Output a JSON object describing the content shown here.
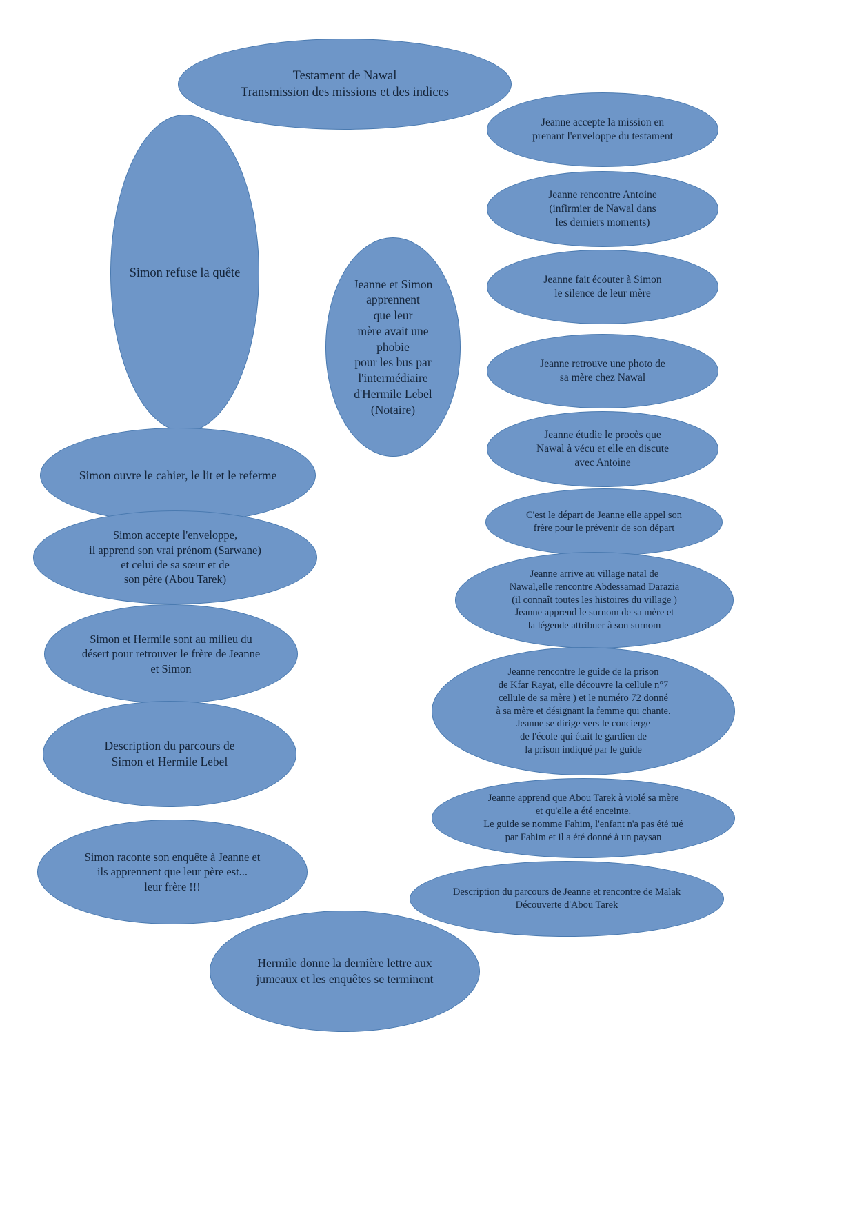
{
  "diagram": {
    "title": "Testament de Nawal - Transmission des missions et des indices",
    "background_color": "#ffffff",
    "node_fill_color": "#6e96c8",
    "node_border_color": "#4a7ab0",
    "node_text_color": "#15253a",
    "shape": "ellipse",
    "columns": [
      "left",
      "center",
      "right"
    ]
  },
  "nodes": {
    "title": {
      "text": "Testament de Nawal\nTransmission des missions et des indices"
    },
    "left": [
      {
        "id": "simon-refuse",
        "text": "Simon refuse la quête"
      },
      {
        "id": "simon-cahier",
        "text": "Simon ouvre le cahier, le lit et le referme"
      },
      {
        "id": "simon-enveloppe",
        "text": "Simon accepte l'enveloppe,\nil apprend son vrai prénom (Sarwane)\net celui de sa sœur et de\nson père (Abou Tarek)"
      },
      {
        "id": "simon-desert",
        "text": "Simon et Hermile sont au milieu du\ndésert pour retrouver le frère de Jeanne\net Simon"
      },
      {
        "id": "parcours-simon",
        "text": "Description du parcours de\nSimon et Hermile Lebel"
      },
      {
        "id": "simon-enquete",
        "text": "Simon raconte son enquête à Jeanne et\nils apprennent que leur père est...\nleur frère !!!"
      }
    ],
    "center": [
      {
        "id": "phobie-bus",
        "text": "Jeanne et Simon\napprennent\nque leur\nmère avait une\nphobie\npour les bus par\nl'intermédiaire\nd'Hermile Lebel\n(Notaire)"
      }
    ],
    "right": [
      {
        "id": "jeanne-accepte",
        "text": "Jeanne accepte la mission en\nprenant l'enveloppe du testament"
      },
      {
        "id": "jeanne-antoine",
        "text": "Jeanne rencontre Antoine\n(infirmier de Nawal dans\nles derniers moments)"
      },
      {
        "id": "silence-mere",
        "text": "Jeanne fait écouter à Simon\nle silence de leur mère"
      },
      {
        "id": "photo-nawal",
        "text": "Jeanne retrouve une photo de\nsa mère chez Nawal"
      },
      {
        "id": "proces",
        "text": "Jeanne étudie le procès que\nNawal à vécu et elle en discute\navec Antoine"
      },
      {
        "id": "depart-jeanne",
        "text": "C'est le départ de Jeanne elle appel son\nfrère pour le prévenir de son départ"
      },
      {
        "id": "village-natal",
        "text": "Jeanne arrive au village natal de\nNawal,elle rencontre Abdessamad Darazia\n(il connaît toutes les histoires du village )\nJeanne apprend le surnom de sa mère et\nla légende attribuer à son surnom"
      },
      {
        "id": "prison-kfar-rayat",
        "text": "Jeanne rencontre le guide de la prison\nde Kfar Rayat, elle découvre la cellule n°7\ncellule de sa mère ) et le numéro 72 donné\nà sa mère et désignant la femme qui chante.\nJeanne se dirige vers le concierge\nde l'école qui était le gardien de\nla prison indiqué par le guide"
      },
      {
        "id": "abou-tarek-fahim",
        "text": "Jeanne apprend que Abou Tarek à violé sa mère\net qu'elle a été enceinte.\nLe guide se nomme Fahim, l'enfant n'a pas été tué\npar Fahim et il a été donné à un paysan"
      },
      {
        "id": "parcours-jeanne",
        "text": "Description du parcours de Jeanne et rencontre de Malak\nDécouverte d'Abou Tarek"
      }
    ],
    "bottom": [
      {
        "id": "derniere-lettre",
        "text": "Hermile donne la dernière lettre aux\njumeaux et les enquêtes se terminent"
      }
    ]
  }
}
